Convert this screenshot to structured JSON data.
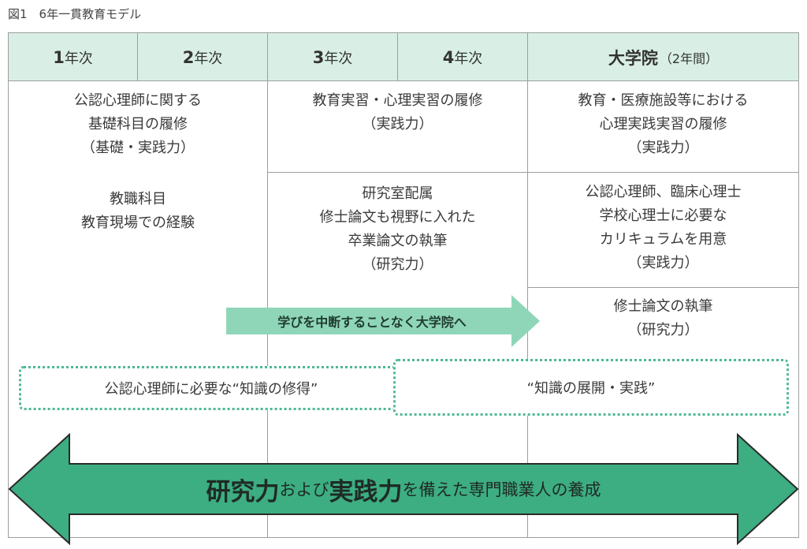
{
  "figure": {
    "caption": "図1　6年一貫教育モデル"
  },
  "headers": [
    {
      "num": "1",
      "unit": "年次"
    },
    {
      "num": "2",
      "unit": "年次"
    },
    {
      "num": "3",
      "unit": "年次"
    },
    {
      "num": "4",
      "unit": "年次"
    },
    {
      "num": "大学院",
      "unit": "（2年間）"
    }
  ],
  "col12": {
    "block1": [
      "公認心理師に関する",
      "基礎科目の履修",
      "（基礎・実践力）"
    ],
    "block2": [
      "教職科目",
      "教育現場での経験"
    ]
  },
  "col34": {
    "block1": [
      "教育実習・心理実習の履修",
      "（実践力）"
    ],
    "block2": [
      "研究室配属",
      "修士論文も視野に入れた",
      "卒業論文の執筆",
      "（研究力）"
    ]
  },
  "grad": {
    "block1": [
      "教育・医療施設等における",
      "心理実践実習の履修",
      "（実践力）"
    ],
    "block2": [
      "公認心理師、臨床心理士",
      "学校心理士に必要な",
      "カリキュラムを用意",
      "（実践力）"
    ],
    "block3": [
      "修士論文の執筆",
      "（研究力）"
    ]
  },
  "transition_arrow": {
    "label": "学びを中断することなく大学院へ"
  },
  "knowledge": {
    "acquire": "公認心理師に必要な“知識の修得”",
    "apply": "“知識の展開・実践”"
  },
  "goal_arrow": {
    "part1": "研究力",
    "part2": "および",
    "part3": "実践力",
    "part4": "を備えた専門職業人の養成"
  },
  "colors": {
    "header_bg": "#d9efe5",
    "arrow_green": "#3dad82",
    "light_arrow": "#8fd6b8",
    "dotted_border": "#4fb894"
  }
}
